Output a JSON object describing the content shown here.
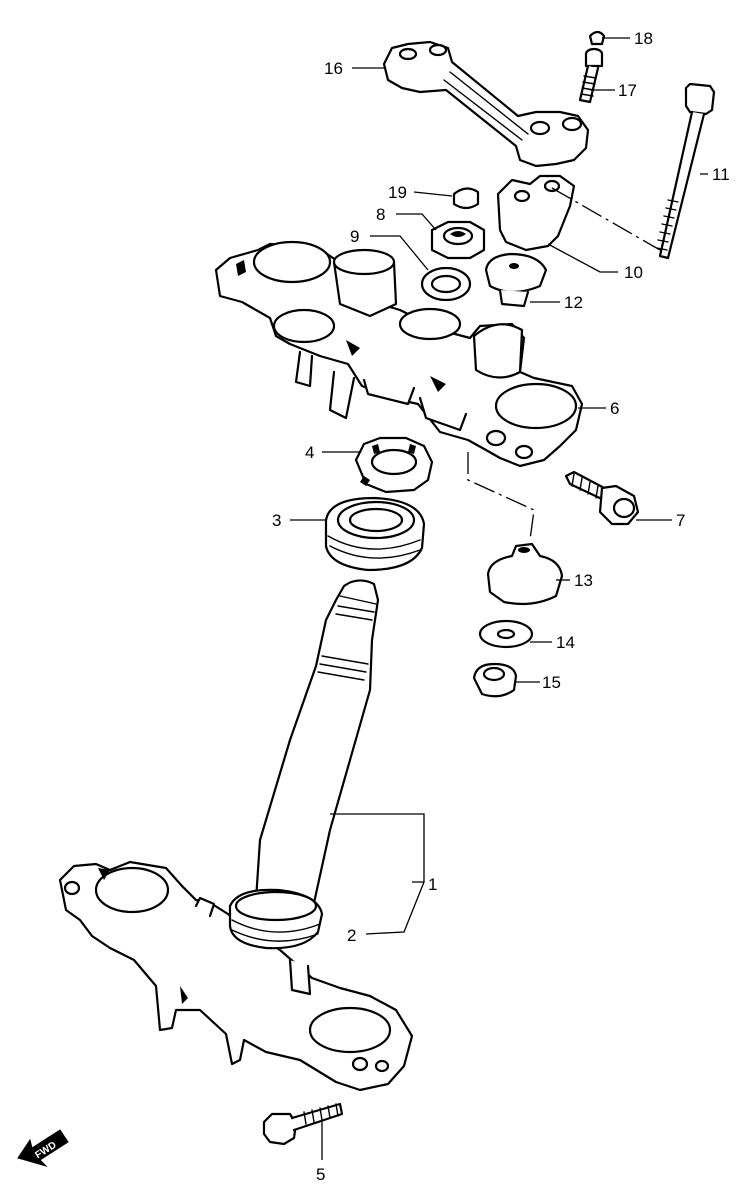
{
  "callouts": [
    {
      "id": "1",
      "label": "1"
    },
    {
      "id": "2",
      "label": "2"
    },
    {
      "id": "3",
      "label": "3"
    },
    {
      "id": "4",
      "label": "4"
    },
    {
      "id": "5",
      "label": "5"
    },
    {
      "id": "6",
      "label": "6"
    },
    {
      "id": "7",
      "label": "7"
    },
    {
      "id": "8",
      "label": "8"
    },
    {
      "id": "9",
      "label": "9"
    },
    {
      "id": "10",
      "label": "10"
    },
    {
      "id": "11",
      "label": "11"
    },
    {
      "id": "12",
      "label": "12"
    },
    {
      "id": "13",
      "label": "13"
    },
    {
      "id": "14",
      "label": "14"
    },
    {
      "id": "15",
      "label": "15"
    },
    {
      "id": "16",
      "label": "16"
    },
    {
      "id": "17",
      "label": "17"
    },
    {
      "id": "18",
      "label": "18"
    },
    {
      "id": "19",
      "label": "19"
    }
  ],
  "direction_badge": {
    "label": "FWD",
    "icon": "arrow-fwd-icon"
  }
}
